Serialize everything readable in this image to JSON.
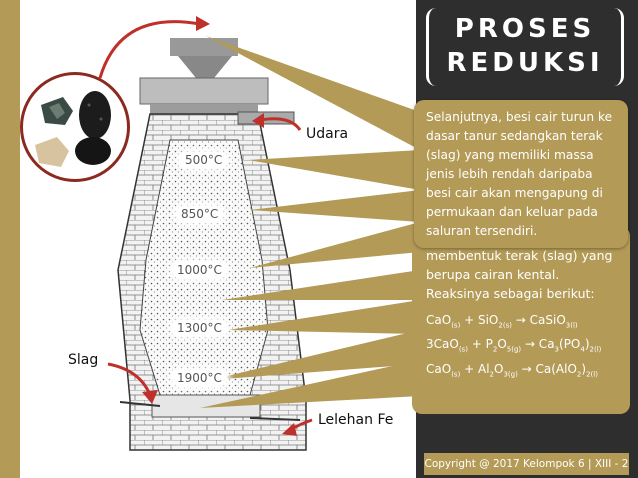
{
  "title": {
    "line1": "PROSES",
    "line2": "REDUKSI"
  },
  "labels": {
    "udara": "Udara",
    "slag": "Slag",
    "lelehan": "Lelehan Fe"
  },
  "temperatures": [
    "500°C",
    "850°C",
    "1000°C",
    "1300°C",
    "1900°C"
  ],
  "callout_front": "Selanjutnya, besi cair turun ke dasar tanur sedangkan terak (slag) yang memiliki massa jenis lebih rendah daripaba besi cair akan mengapung di permukaan dan keluar pada saluran tersendiri.",
  "callout_back": "membentuk terak (slag) yang berupa cairan kental. Reaksinya sebagai berikut:",
  "equations": [
    "CaO(s) + SiO2(s) → CaSiO3(l)",
    "3CaO(s) + P2O5(g) → Ca3(PO4)2(l)",
    "CaO(s) + Al2O3(g) → Ca(AlO2)2(l)"
  ],
  "footer": "Copyright @ 2017 Kelompok 6 | XIII - 2",
  "colors": {
    "accent": "#b39a56",
    "dark": "#2e2e2e",
    "arrow": "#c0302a"
  }
}
